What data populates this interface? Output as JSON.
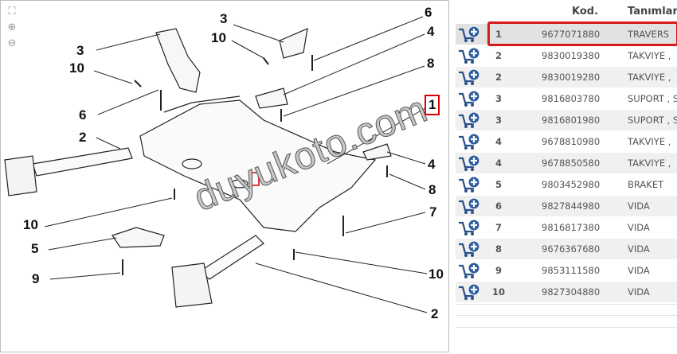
{
  "diagram": {
    "tools": [
      "fullscreen-icon",
      "zoom-in-icon",
      "zoom-out-icon"
    ],
    "watermark": "duyukoto.com",
    "callouts": [
      {
        "n": "3"
      },
      {
        "n": "10"
      },
      {
        "n": "6"
      },
      {
        "n": "4"
      },
      {
        "n": "8"
      },
      {
        "n": "1"
      },
      {
        "n": "4"
      },
      {
        "n": "8"
      },
      {
        "n": "7"
      },
      {
        "n": "10"
      },
      {
        "n": "2"
      },
      {
        "n": "3"
      },
      {
        "n": "10"
      },
      {
        "n": "6"
      },
      {
        "n": "2"
      },
      {
        "n": "10"
      },
      {
        "n": "5"
      },
      {
        "n": "9"
      }
    ]
  },
  "table": {
    "headers": {
      "code": "Kod.",
      "desc": "Tanımlar"
    },
    "rows": [
      {
        "num": "1",
        "code": "9677071880",
        "desc": "TRAVERS"
      },
      {
        "num": "2",
        "code": "9830019380",
        "desc": "TAKVIYE ,"
      },
      {
        "num": "2",
        "code": "9830019280",
        "desc": "TAKVIYE ,"
      },
      {
        "num": "3",
        "code": "9816803780",
        "desc": "SUPORT , S"
      },
      {
        "num": "3",
        "code": "9816801980",
        "desc": "SUPORT , S"
      },
      {
        "num": "4",
        "code": "9678810980",
        "desc": "TAKVIYE ,"
      },
      {
        "num": "4",
        "code": "9678850580",
        "desc": "TAKVIYE ,"
      },
      {
        "num": "5",
        "code": "9803452980",
        "desc": "BRAKET"
      },
      {
        "num": "6",
        "code": "9827844980",
        "desc": "VIDA"
      },
      {
        "num": "7",
        "code": "9816817380",
        "desc": "VIDA"
      },
      {
        "num": "8",
        "code": "9676367680",
        "desc": "VIDA"
      },
      {
        "num": "9",
        "code": "9853111580",
        "desc": "VIDA"
      },
      {
        "num": "10",
        "code": "9827304880",
        "desc": "VIDA"
      }
    ],
    "selected_color": "#d41a1a"
  }
}
